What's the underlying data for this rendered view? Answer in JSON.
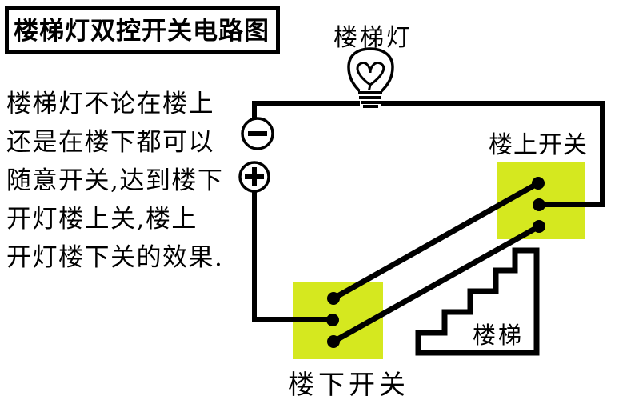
{
  "title": "楼梯灯双控开关电路图",
  "description": {
    "lines": [
      "楼梯灯不论在楼上",
      "还是在楼下都可以",
      "随意开关,达到楼下",
      "开灯楼上关,楼上",
      "开灯楼下关的效果."
    ]
  },
  "labels": {
    "lamp": "楼梯灯",
    "upper_switch": "楼上开关",
    "lower_switch": "楼下开关",
    "stairs": "楼梯"
  },
  "battery": {
    "negative_symbol": "−",
    "positive_symbol": "+"
  },
  "icons": {
    "lamp": "light-bulb-icon",
    "battery_negative": "minus-in-circle-icon",
    "battery_positive": "plus-in-circle-icon",
    "stairs": "staircase-outline-icon"
  },
  "colors": {
    "switch_box": "#d5e81f",
    "stroke": "#000000",
    "background": "#ffffff"
  }
}
